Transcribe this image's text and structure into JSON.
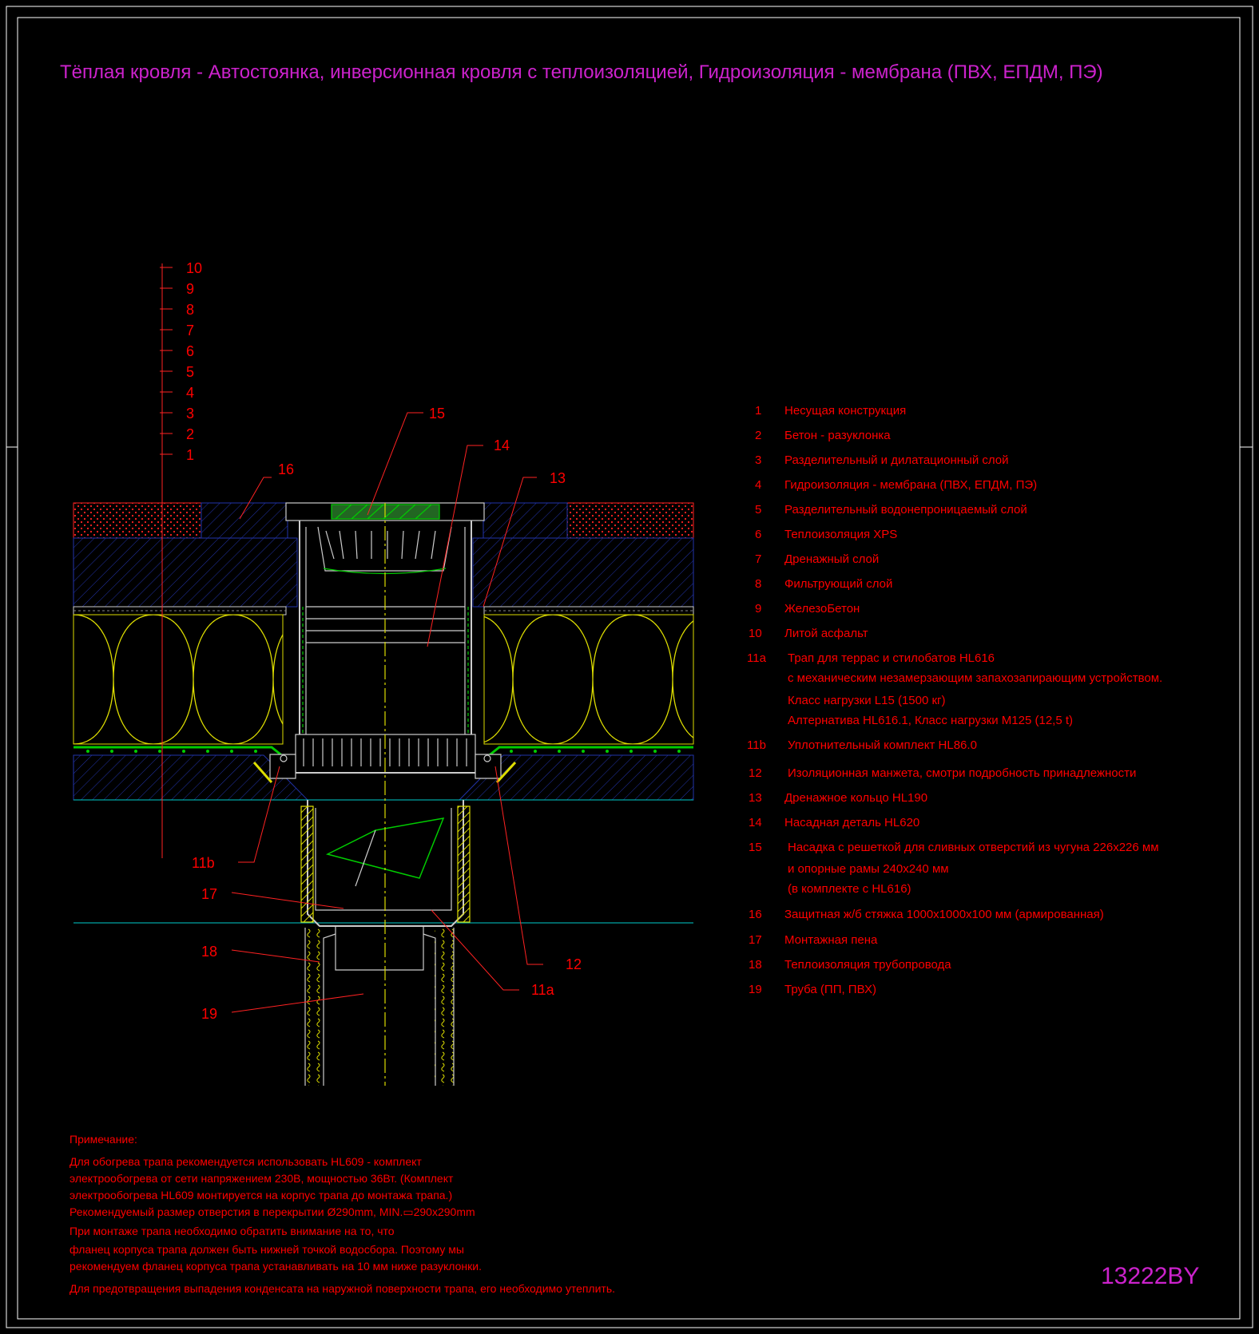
{
  "title": "Тёплая кровля - Автостоянка, инверсионная кровля с теплоизоляцией, Гидроизоляция - мембрана (ПВХ, ЕПДМ, ПЭ)",
  "drawing_code": "13222BY",
  "colors": {
    "background": "#000000",
    "frame": "#ffffff",
    "title": "#cc22cc",
    "text": "#ff0000",
    "concrete_hatch": "#2233aa",
    "insulation": "#dddd00",
    "membrane": "#00cc00",
    "asphalt": "#ff2222",
    "level_line": "#00cccc"
  },
  "layer_scale": [
    "10",
    "9",
    "8",
    "7",
    "6",
    "5",
    "4",
    "3",
    "2",
    "1"
  ],
  "callouts": {
    "c15": "15",
    "c14": "14",
    "c13": "13",
    "c16": "16",
    "c11b": "11b",
    "c17": "17",
    "c18": "18",
    "c19": "19",
    "c12": "12",
    "c11a": "11a"
  },
  "legend": [
    {
      "num": "1",
      "lines": [
        "Несущая конструкция"
      ]
    },
    {
      "num": "2",
      "lines": [
        "Бетон - разуклонка"
      ]
    },
    {
      "num": "3",
      "lines": [
        "Разделительный и дилатационный слой"
      ]
    },
    {
      "num": "4",
      "lines": [
        "Гидроизоляция - мембрана (ПВХ, ЕПДМ, ПЭ)"
      ]
    },
    {
      "num": "5",
      "lines": [
        "Разделительный водонепроницаемый слой"
      ]
    },
    {
      "num": "6",
      "lines": [
        "Теплоизоляция XPS"
      ]
    },
    {
      "num": "7",
      "lines": [
        "Дренажный слой"
      ]
    },
    {
      "num": "8",
      "lines": [
        "Фильтрующий слой"
      ]
    },
    {
      "num": "9",
      "lines": [
        "ЖелезоБетон"
      ]
    },
    {
      "num": "10",
      "lines": [
        "Литой асфальт"
      ]
    },
    {
      "num": "11a",
      "lines": [
        "Трап для террас и стилобатов HL616",
        "с механическим незамерзающим запахозапирающим устройством.",
        "Класс нагрузки L15 (1500 кг)",
        "Алтернатива HL616.1, Класс нагрузки M125 (12,5 t)"
      ]
    },
    {
      "num": "11b",
      "lines": [
        "Уплотнительный комплект HL86.0"
      ]
    },
    {
      "num": "12",
      "lines": [
        "Изоляционная  манжета, смотри подробность принадлежности"
      ]
    },
    {
      "num": "13",
      "lines": [
        "Дренажное кольцо HL190"
      ]
    },
    {
      "num": "14",
      "lines": [
        "Насадная деталь HL620"
      ]
    },
    {
      "num": "15",
      "lines": [
        "Насадка с решеткой для сливных отверстий из чугуна 226x226 мм",
        "и опорные рамы 240x240 мм",
        "(в комплекте с HL616)"
      ]
    },
    {
      "num": "16",
      "lines": [
        "Защитная ж/б стяжка 1000x1000x100 мм (армированная)"
      ]
    },
    {
      "num": "17",
      "lines": [
        "Монтажная пена"
      ]
    },
    {
      "num": "18",
      "lines": [
        "Теплоизоляция трубопровода"
      ]
    },
    {
      "num": "19",
      "lines": [
        "Труба (ПП, ПВХ)"
      ]
    }
  ],
  "notes": [
    "Примечание:",
    "Для обогрева трапа рекомендуется использовать HL609 - комплект",
    "электрообогрева от сети напряжением 230В, мощностью 36Вт. (Комплект",
    "электрообогрева HL609 монтируется на корпус трапа до монтажа трапа.)",
    "Рекомендуемый размер отверстия в перекрытии Ø290mm, MIN.▭290x290mm",
    "При монтаже трапа необходимо обратить внимание на то, что",
    "фланец корпуса трапа должен быть нижней точкой водосбора. Поэтому мы",
    "рекомендуем фланец корпуса трапа устанавливать на 10 мм ниже разуклонки.",
    "Для предотвращения выпадения конденсата на наружной поверхности трапа, его необходимо утеплить."
  ]
}
